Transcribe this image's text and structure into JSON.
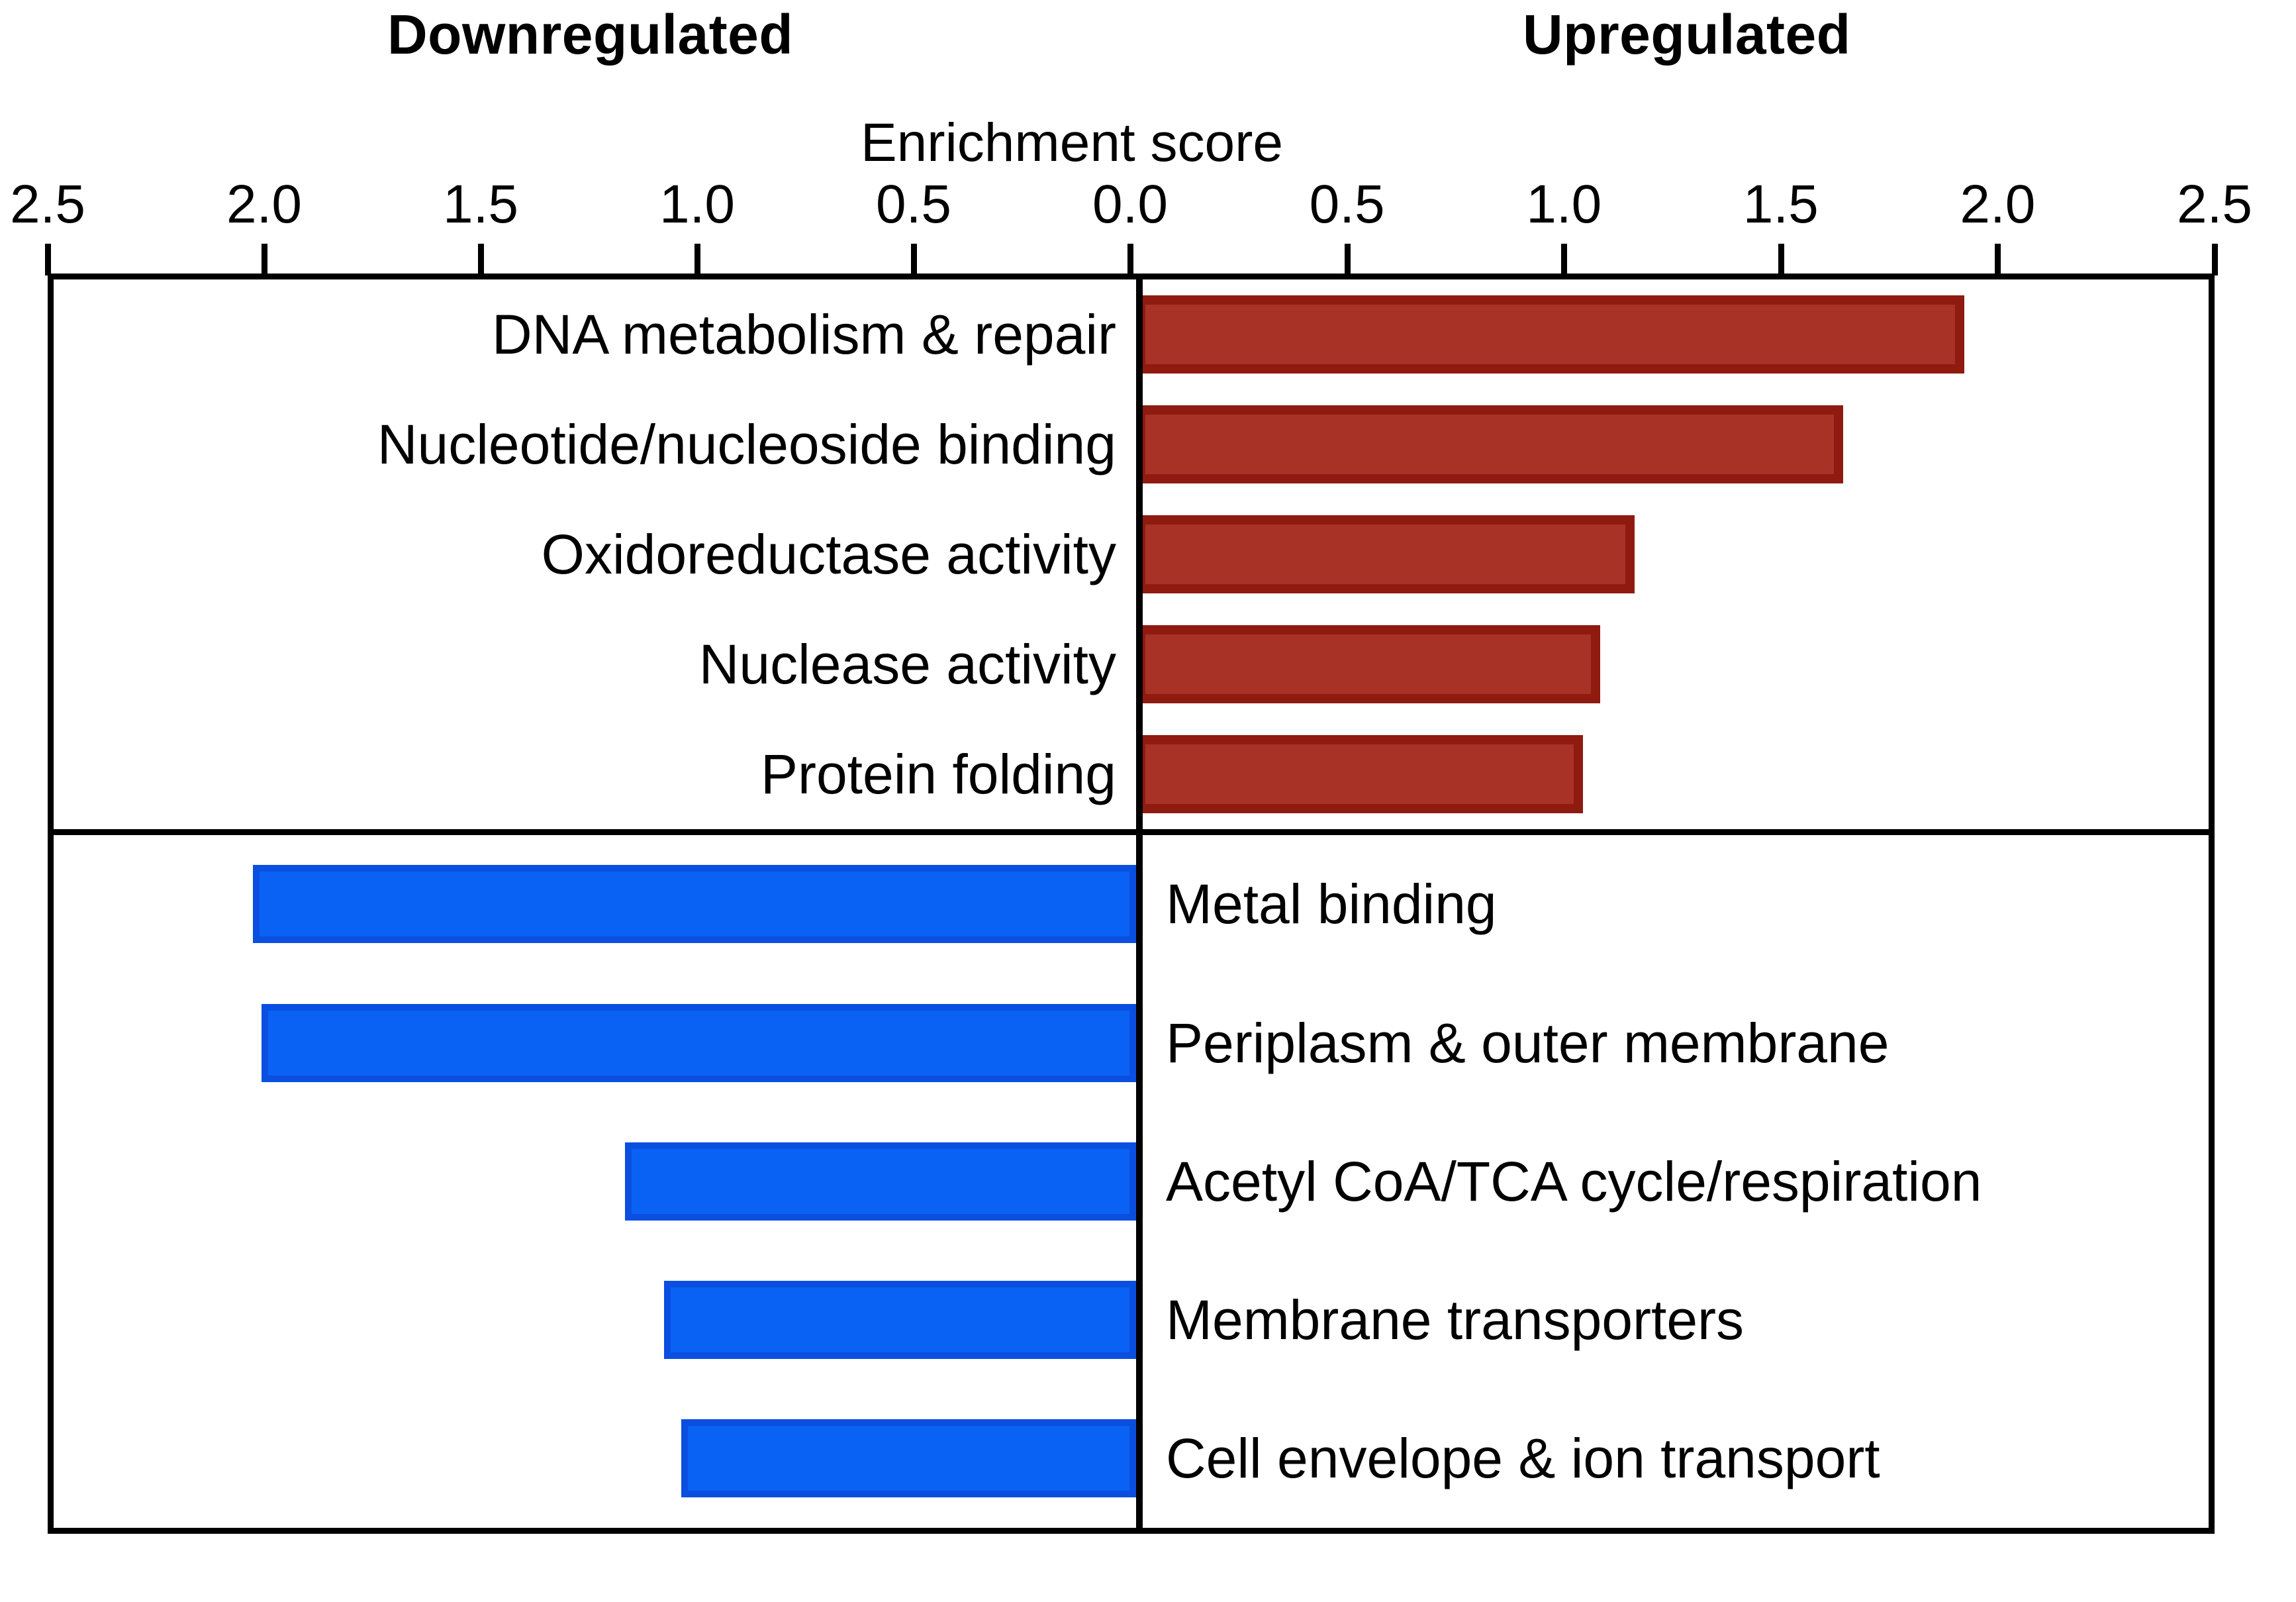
{
  "headings": {
    "downregulated": "Downregulated",
    "upregulated": "Upregulated"
  },
  "axis_title": "Enrichment score",
  "chart_data": {
    "type": "bar",
    "orientation": "horizontal",
    "title": "",
    "subtitle": "",
    "xlabel": "Enrichment score",
    "ylabel": "",
    "xlim": [
      -2.5,
      2.5
    ],
    "grid": false,
    "legend": "none",
    "tick_labels": [
      "2.5",
      "2.0",
      "1.5",
      "1.0",
      "0.5",
      "0.0",
      "0.5",
      "1.0",
      "1.5",
      "2.0",
      "2.5"
    ],
    "tick_values": [
      -2.5,
      -2.0,
      -1.5,
      -1.0,
      -0.5,
      0.0,
      0.5,
      1.0,
      1.5,
      2.0,
      2.5
    ],
    "annotations": [
      "Downregulated",
      "Upregulated"
    ],
    "panels": [
      {
        "name": "Upregulated",
        "direction": "up",
        "color": "#A93226",
        "border_color": "#8E1A10",
        "categories": [
          "DNA metabolism & repair",
          "Nucleotide/nucleoside binding",
          "Oxidoreductase activity",
          "Nuclease activity",
          "Protein folding"
        ],
        "values": [
          1.91,
          1.63,
          1.15,
          1.07,
          1.03
        ]
      },
      {
        "name": "Downregulated",
        "direction": "down",
        "color": "#0A62F5",
        "border_color": "#0B4FE0",
        "categories": [
          "Metal binding",
          "Periplasm & outer membrane",
          "Acetyl CoA/TCA cycle/respiration",
          "Membrane transporters",
          "Cell envelope & ion transport"
        ],
        "values": [
          2.04,
          2.02,
          1.18,
          1.09,
          1.05
        ]
      }
    ]
  }
}
